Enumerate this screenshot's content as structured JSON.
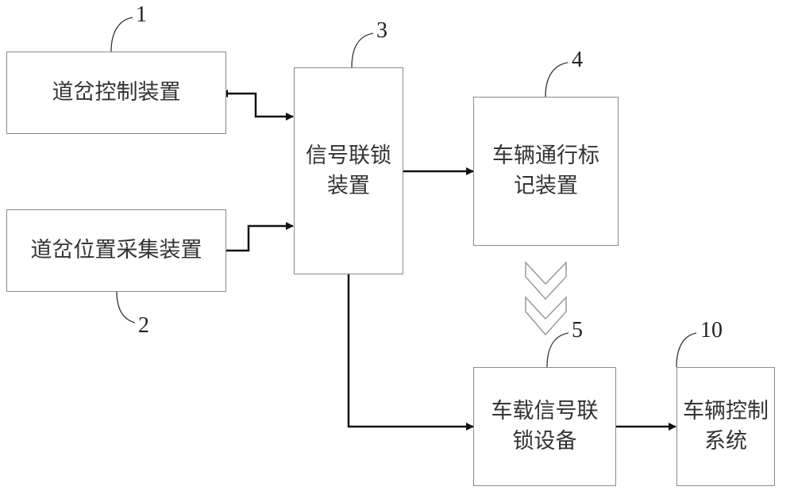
{
  "diagram": {
    "type": "block-diagram",
    "blocks": [
      {
        "id": "1",
        "ref": "1",
        "lines": [
          "道岔控制装置"
        ]
      },
      {
        "id": "2",
        "ref": "2",
        "lines": [
          "道岔位置采集装置"
        ]
      },
      {
        "id": "3",
        "ref": "3",
        "lines": [
          "信号联锁",
          "装置"
        ]
      },
      {
        "id": "4",
        "ref": "4",
        "lines": [
          "车辆通行标",
          "记装置"
        ]
      },
      {
        "id": "5",
        "ref": "5",
        "lines": [
          "车载信号联",
          "锁设备"
        ]
      },
      {
        "id": "10",
        "ref": "10",
        "lines": [
          "车辆控制",
          "系统"
        ]
      }
    ],
    "connections": [
      {
        "from": "1",
        "to": "3",
        "direction": "bidirectional"
      },
      {
        "from": "2",
        "to": "3",
        "direction": "forward"
      },
      {
        "from": "3",
        "to": "4",
        "direction": "forward"
      },
      {
        "from": "3",
        "to": "5",
        "direction": "forward"
      },
      {
        "from": "4",
        "to": "5",
        "direction": "forward",
        "style": "double-chevron"
      },
      {
        "from": "5",
        "to": "10",
        "direction": "forward"
      }
    ],
    "colors": {
      "box_border": "#8a8a8a",
      "arrow": "#111111",
      "text": "#333333",
      "chevron": "#9a9a9a"
    }
  }
}
